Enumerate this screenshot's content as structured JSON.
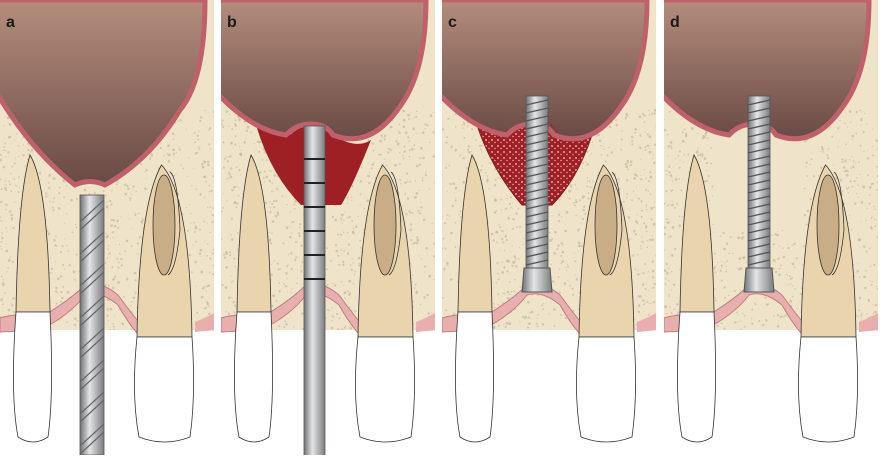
{
  "figure": {
    "panels": [
      {
        "label": "a",
        "step": "drill"
      },
      {
        "label": "b",
        "step": "probe"
      },
      {
        "label": "c",
        "step": "graft-implant"
      },
      {
        "label": "d",
        "step": "healed-implant"
      }
    ],
    "colors": {
      "bone": "#efe3c9",
      "speckle": "#c9b99e",
      "sinus_top": "#b48d7c",
      "sinus_bottom": "#6a4a45",
      "membrane": "#c0606b",
      "blood": "#9e1f24",
      "root": "#ead4ad",
      "crown": "#ffffff",
      "gum": "#e9aeae",
      "metal": "#a8aaad"
    }
  }
}
